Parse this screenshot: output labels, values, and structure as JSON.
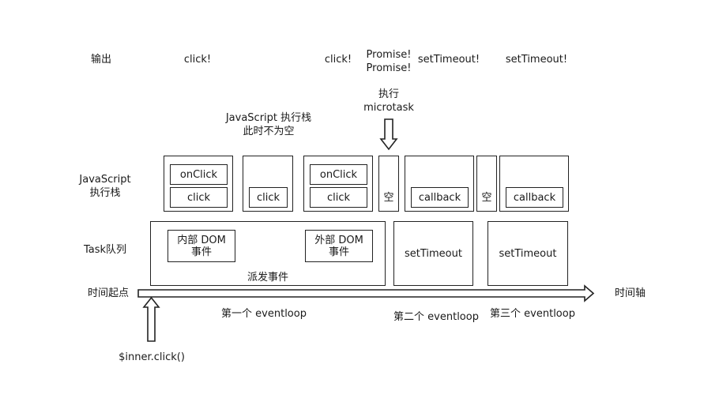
{
  "rows": {
    "output": "输出",
    "js_stack": "JavaScript\n执行栈",
    "task_queue": "Task队列",
    "time_start": "时间起点",
    "time_axis": "时间轴"
  },
  "outputs": {
    "o1": "click!",
    "o2": "click!",
    "o3": "Promise!\nPromise!",
    "o4": "setTimeout!",
    "o5": "setTimeout!"
  },
  "annotations": {
    "stack_not_empty": "JavaScript 执行栈\n此时不为空",
    "run_microtask": "执行\nmicrotask",
    "inner_click": "$inner.click()"
  },
  "stack": {
    "f1_top": "onClick",
    "f1_bottom": "click",
    "f2_bottom": "click",
    "f3_top": "onClick",
    "f3_bottom": "click",
    "empty1": "空",
    "f4_bottom": "callback",
    "empty2": "空",
    "f5_bottom": "callback"
  },
  "tasks": {
    "inner_dom_event": "内部 DOM\n事件",
    "outer_dom_event": "外部 DOM\n事件",
    "dispatch_event": "派发事件",
    "set_timeout_1": "setTimeout",
    "set_timeout_2": "setTimeout"
  },
  "eventloops": {
    "first": "第一个 eventloop",
    "second": "第二个 eventloop",
    "third": "第三个 eventloop"
  }
}
